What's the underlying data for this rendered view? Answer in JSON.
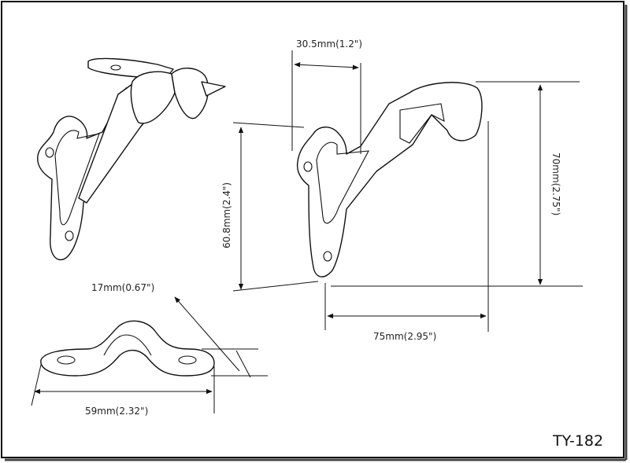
{
  "dimensions": {
    "width_top": "30.5mm(1.2\")",
    "height_left": "60.8mm(2.4\")",
    "height_right": "70mm(2.75\")",
    "depth_bottom": "75mm(2.95\")",
    "plate_thickness": "17mm(0.67\")",
    "plate_length": "59mm(2.32\")"
  },
  "model_number": "TY-182",
  "colors": {
    "line": "#111111",
    "background": "#ffffff"
  }
}
